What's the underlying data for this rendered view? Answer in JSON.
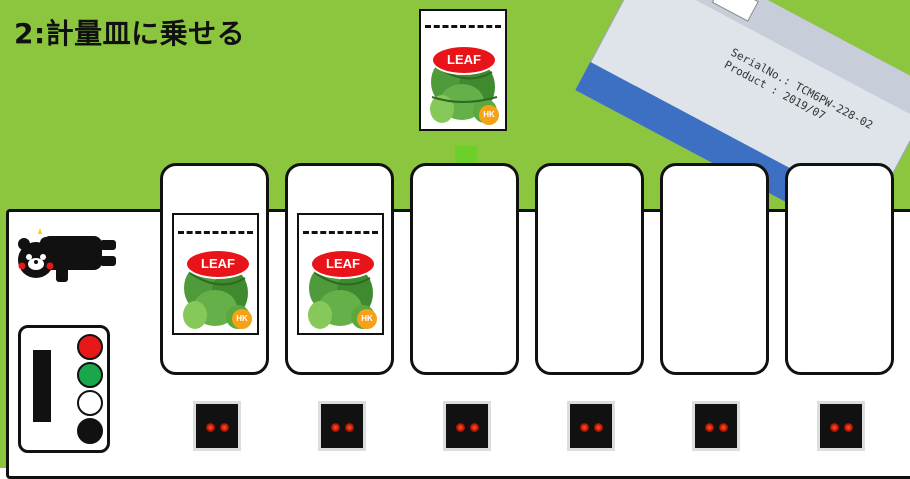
{
  "title": "2:計量皿に乗せる",
  "bag": {
    "logo": "LEAF",
    "badge": "HK"
  },
  "plate": {
    "line1": "SerialNo.: TCM6PW-228-02",
    "line2": "Product  : 2019/07"
  },
  "lamps": [
    {
      "color": "#e81818",
      "name": "red-lamp"
    },
    {
      "color": "#1aa64a",
      "name": "green-lamp"
    },
    {
      "color": "#ffffff",
      "name": "white-lamp"
    },
    {
      "color": "#111111",
      "name": "black-lamp"
    }
  ],
  "buckets": [
    {
      "has_bag": true
    },
    {
      "has_bag": true
    },
    {
      "has_bag": false,
      "target": true
    },
    {
      "has_bag": false
    },
    {
      "has_bag": false
    },
    {
      "has_bag": false
    }
  ],
  "colors": {
    "background": "#8cc63f",
    "arrow": "#6ccf2a",
    "logo": "#e8141a"
  }
}
